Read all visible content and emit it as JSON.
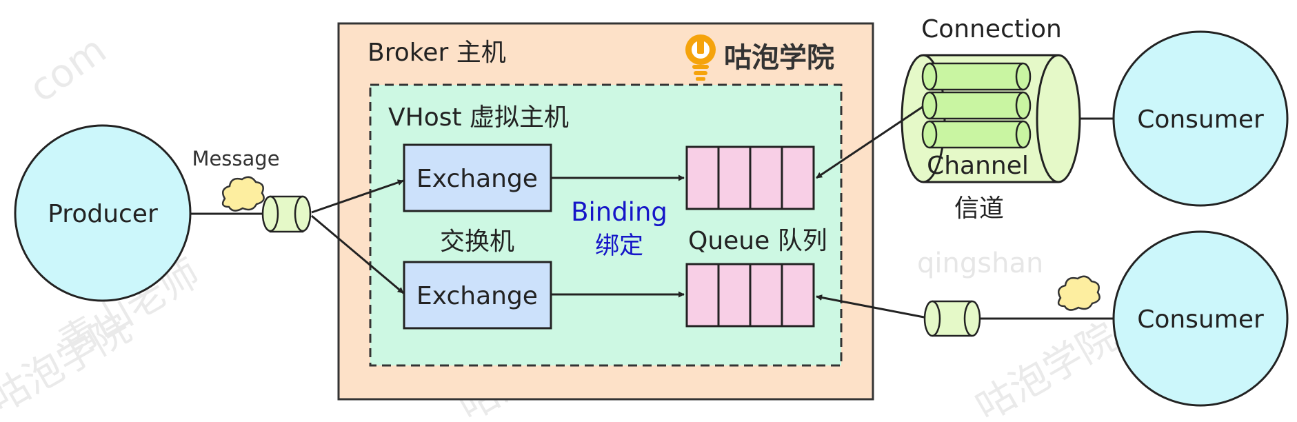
{
  "producer": {
    "label": "Producer"
  },
  "message": {
    "label": "Message"
  },
  "broker": {
    "label": "Broker 主机"
  },
  "logo": {
    "text": "咕泡学院"
  },
  "vhost": {
    "label": "VHost 虚拟主机"
  },
  "exchanges": [
    {
      "label": "Exchange"
    },
    {
      "label": "Exchange"
    }
  ],
  "exchange_caption": "交换机",
  "binding": {
    "label": "Binding",
    "label_cn": "绑定"
  },
  "queue": {
    "label": "Queue 队列"
  },
  "connection": {
    "label": "Connection"
  },
  "channel": {
    "label": "Channel",
    "caption": "信道"
  },
  "consumers": [
    {
      "label": "Consumer"
    },
    {
      "label": "Consumer"
    }
  ],
  "watermarks": [
    "青山老师",
    "咕泡学院",
    "qingshan",
    "com"
  ],
  "colors": {
    "node_fill": "#ccf7fb",
    "broker_fill": "#fde1c8",
    "vhost_fill": "#cdf8e3",
    "exchange_fill": "#cce1fb",
    "queue_fill": "#f8cfe6",
    "channel_fill": "#c9f5a2",
    "cylinder_fill": "#e5f9c8",
    "cloud_fill": "#fdeea0",
    "binding_text": "#1515c8",
    "logo_orange": "#f5a30b"
  }
}
